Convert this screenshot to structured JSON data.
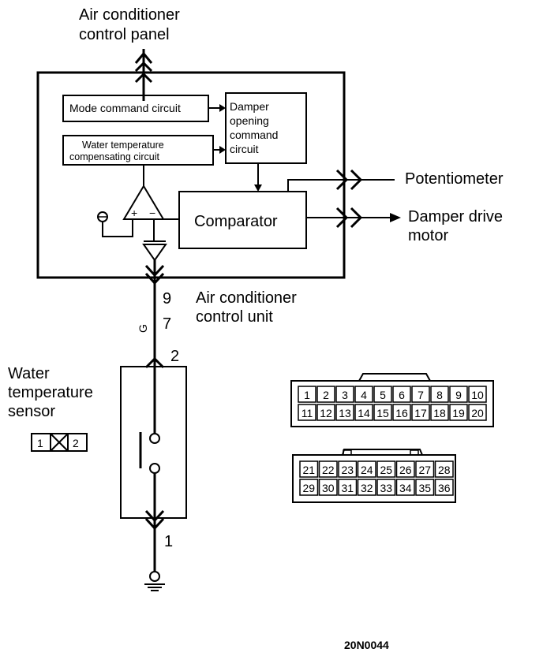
{
  "labels": {
    "control_panel_line1": "Air conditioner",
    "control_panel_line2": "control panel",
    "mode_command": "Mode command circuit",
    "water_comp_line1": "Water temperature",
    "water_comp_line2": "compensating circuit",
    "damper_cmd_line1": "Damper",
    "damper_cmd_line2": "opening",
    "damper_cmd_line3": "command",
    "damper_cmd_line4": "circuit",
    "comparator": "Comparator",
    "potentiometer": "Potentiometer",
    "damper_motor_line1": "Damper drive",
    "damper_motor_line2": "motor",
    "control_unit_line1": "Air conditioner",
    "control_unit_line2": "control unit",
    "pin_9": "9",
    "pin_7": "7",
    "wire_color": "G",
    "pin_2": "2",
    "pin_1": "1",
    "sensor_line1": "Water",
    "sensor_line2": "temperature",
    "sensor_line3": "sensor",
    "sensor_conn_pin1": "1",
    "sensor_conn_pin2": "2",
    "amp_plus": "+",
    "amp_minus": "−",
    "diagram_code": "20N0044"
  },
  "connector_a": {
    "row1": [
      "1",
      "2",
      "3",
      "4",
      "5",
      "6",
      "7",
      "8",
      "9",
      "10"
    ],
    "row2": [
      "11",
      "12",
      "13",
      "14",
      "15",
      "16",
      "17",
      "18",
      "19",
      "20"
    ]
  },
  "connector_b": {
    "row1": [
      "21",
      "22",
      "23",
      "24",
      "25",
      "26",
      "27",
      "28"
    ],
    "row2": [
      "29",
      "30",
      "31",
      "32",
      "33",
      "34",
      "35",
      "36"
    ]
  }
}
